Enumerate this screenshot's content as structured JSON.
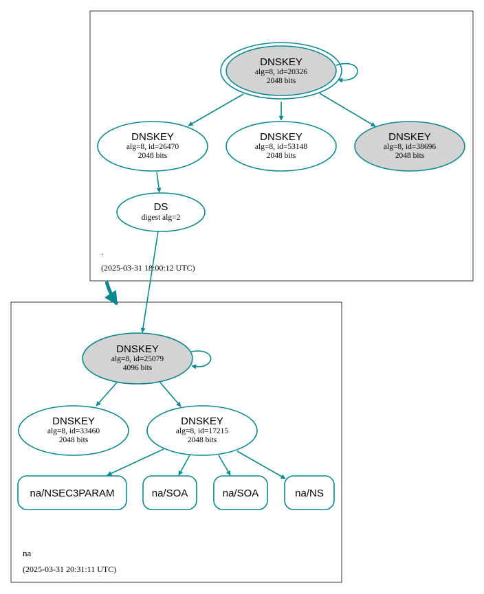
{
  "colors": {
    "edge": "#0a878f",
    "filled": "#d3d3d3",
    "cluster_border": "#000000",
    "background": "#ffffff"
  },
  "root_zone": {
    "name": ".",
    "timestamp": "(2025-03-31 18:00:12 UTC)",
    "nodes": {
      "ksk": {
        "title": "DNSKEY",
        "line1": "alg=8, id=20326",
        "line2": "2048 bits",
        "filled": true,
        "trust_anchor": true
      },
      "zsk1": {
        "title": "DNSKEY",
        "line1": "alg=8, id=26470",
        "line2": "2048 bits",
        "filled": false
      },
      "zsk2": {
        "title": "DNSKEY",
        "line1": "alg=8, id=53148",
        "line2": "2048 bits",
        "filled": false
      },
      "zsk3": {
        "title": "DNSKEY",
        "line1": "alg=8, id=38696",
        "line2": "2048 bits",
        "filled": true
      },
      "ds": {
        "title": "DS",
        "line1": "digest alg=2"
      }
    }
  },
  "na_zone": {
    "name": "na",
    "timestamp": "(2025-03-31 20:31:11 UTC)",
    "nodes": {
      "ksk": {
        "title": "DNSKEY",
        "line1": "alg=8, id=25079",
        "line2": "4096 bits",
        "filled": true
      },
      "zsk1": {
        "title": "DNSKEY",
        "line1": "alg=8, id=33460",
        "line2": "2048 bits",
        "filled": false
      },
      "zsk2": {
        "title": "DNSKEY",
        "line1": "alg=8, id=17215",
        "line2": "2048 bits",
        "filled": false
      }
    },
    "rrsets": [
      "na/NSEC3PARAM",
      "na/SOA",
      "na/SOA",
      "na/NS"
    ]
  }
}
